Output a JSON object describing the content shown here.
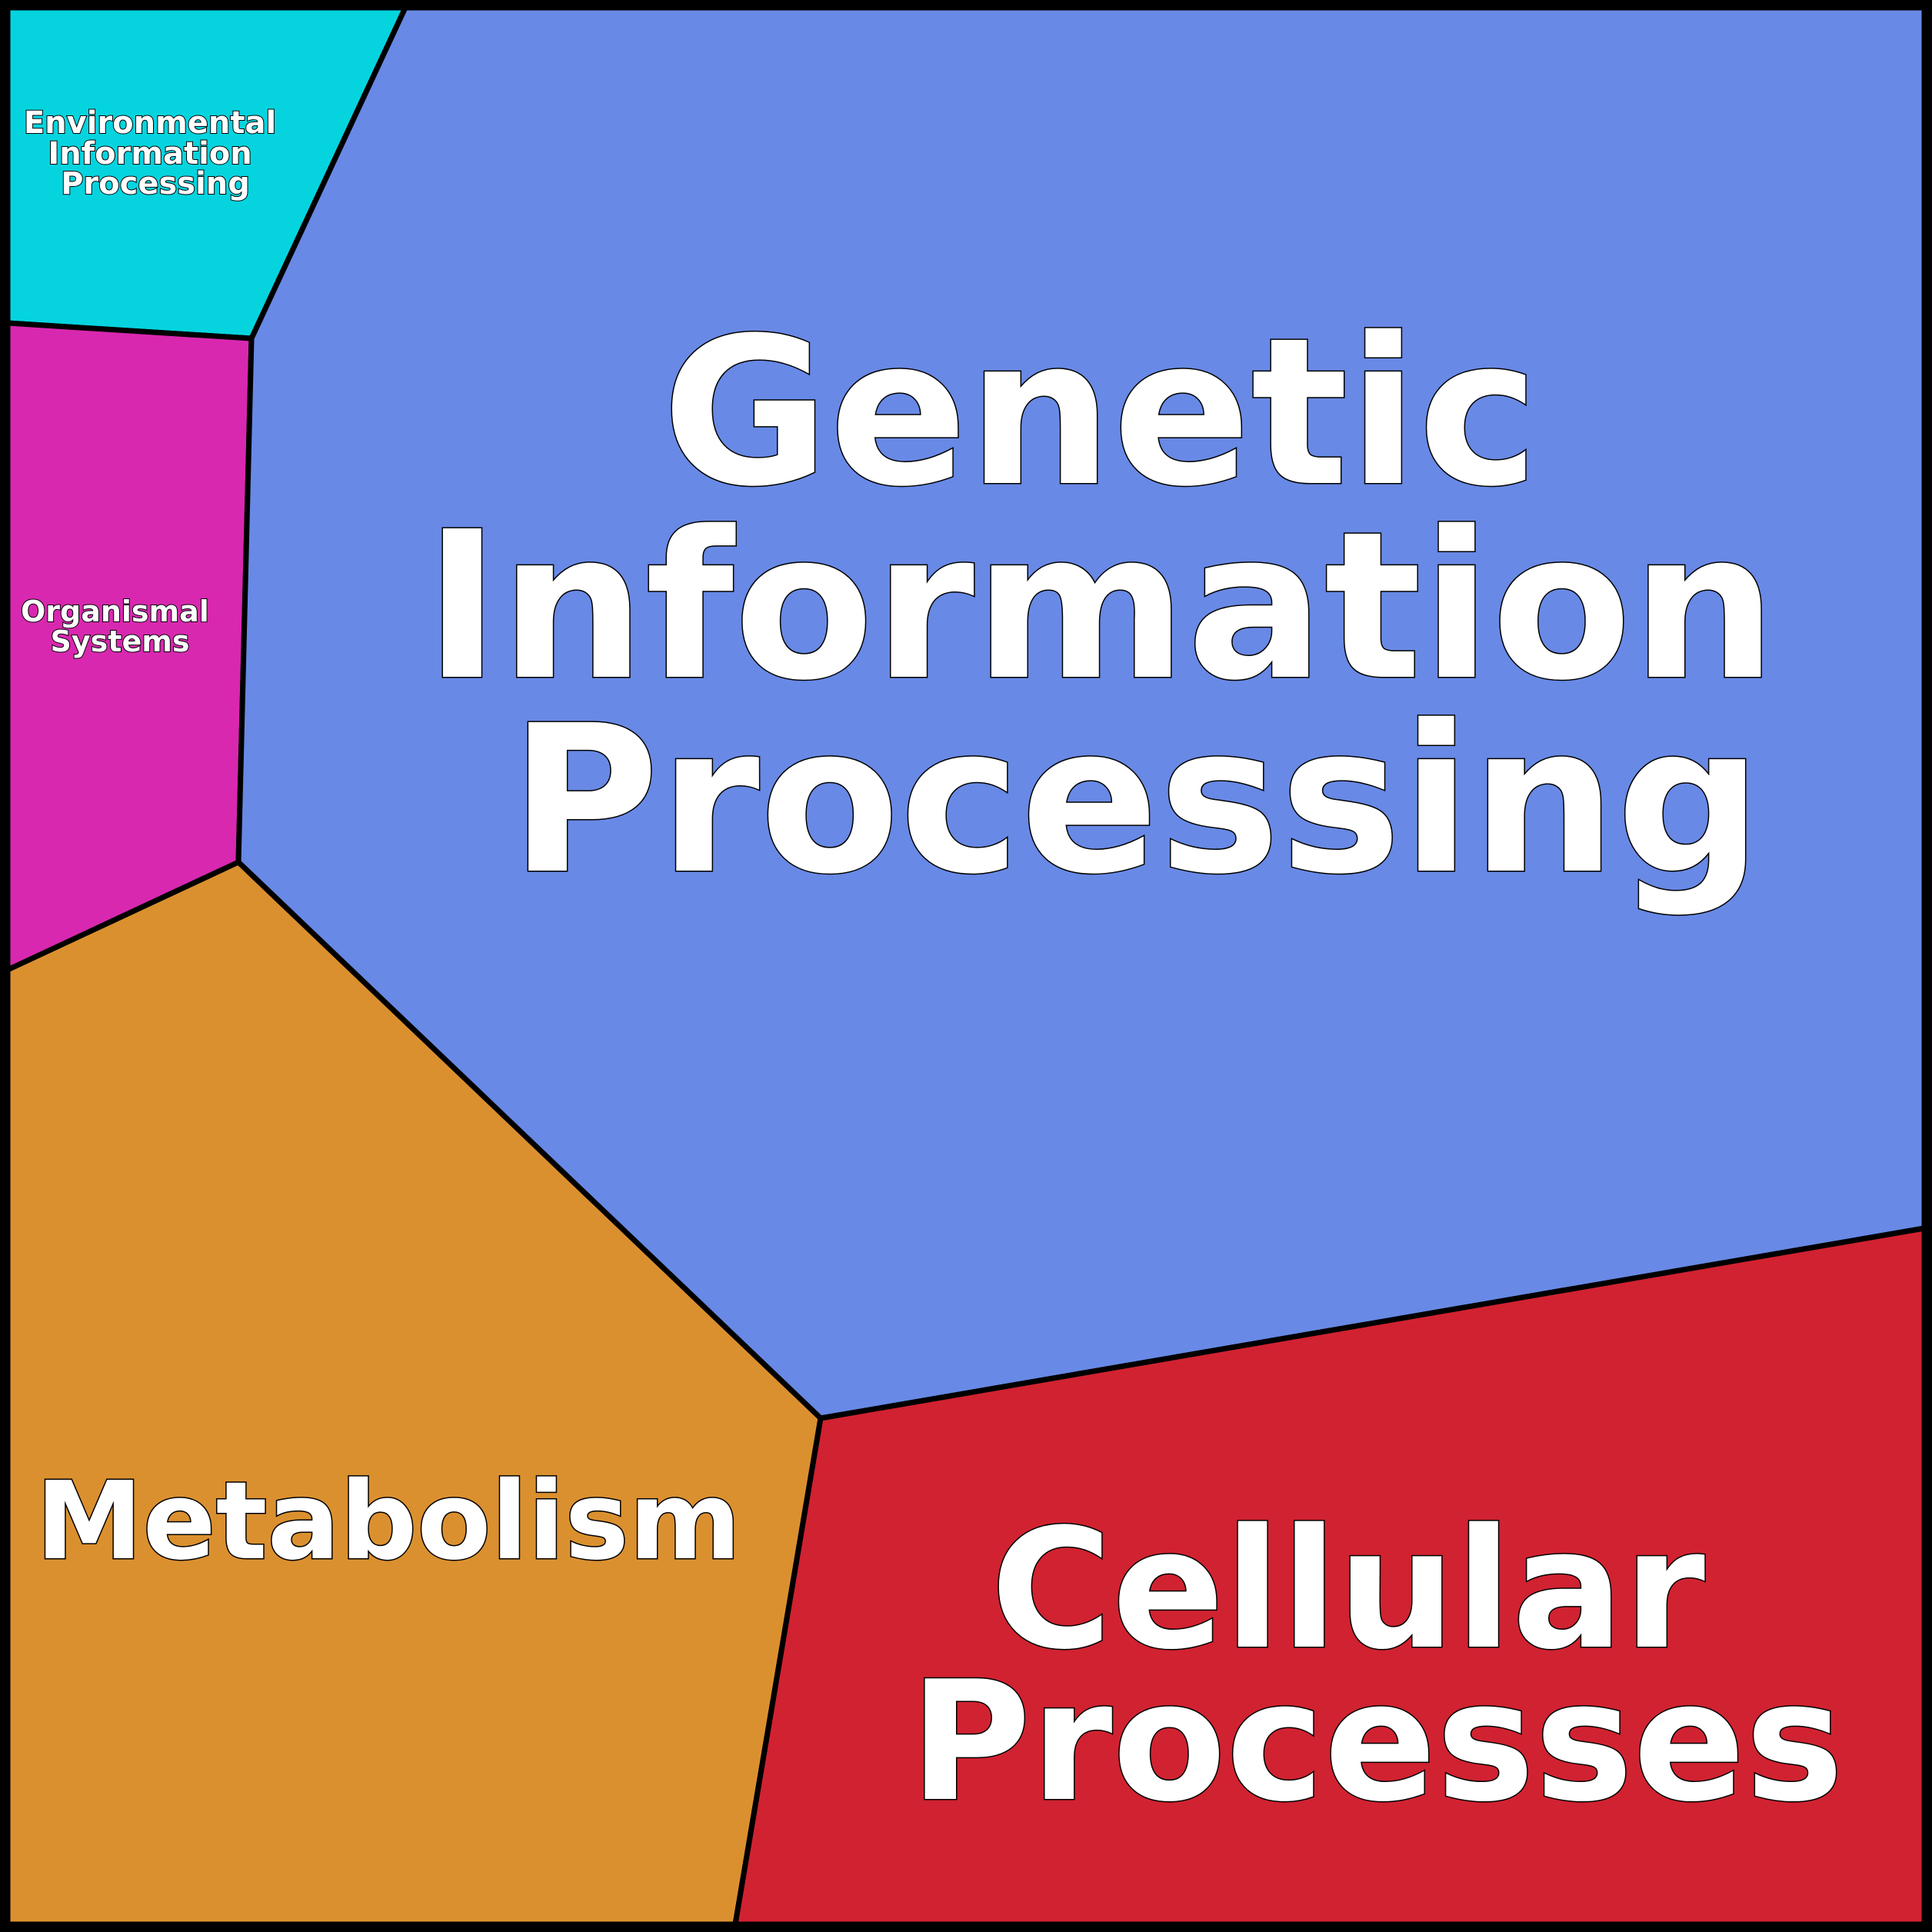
{
  "title": "Voronoi treemap of functional categories",
  "regions": [
    {
      "id": "environmental",
      "lines": [
        "Environmental",
        "Information",
        "Processing"
      ],
      "color": "#05D4DF"
    },
    {
      "id": "organismal",
      "lines": [
        "Organismal",
        "Systems"
      ],
      "color": "#D828AF"
    },
    {
      "id": "genetic",
      "lines": [
        "Genetic",
        "Information",
        "Processing"
      ],
      "color": "#6889E5"
    },
    {
      "id": "metabolism",
      "lines": [
        "Metabolism"
      ],
      "color": "#DB902F"
    },
    {
      "id": "cellular",
      "lines": [
        "Cellular",
        "Processes"
      ],
      "color": "#D12231"
    }
  ],
  "border_color": "#000000",
  "text_color": "#FFFFFF"
}
